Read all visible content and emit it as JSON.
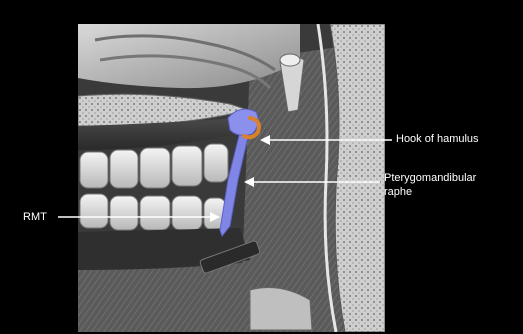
{
  "labels": {
    "hook_of_hamulus": "Hook of hamulus",
    "pterygomandibular_line1": "Pterygomandibular",
    "pterygomandibular_line2": "raphe",
    "rmt": "RMT"
  },
  "colors": {
    "background": "#000000",
    "raphe": "#7f86e6",
    "hamulus_hook": "#d9822b",
    "arrow": "#ffffff"
  }
}
